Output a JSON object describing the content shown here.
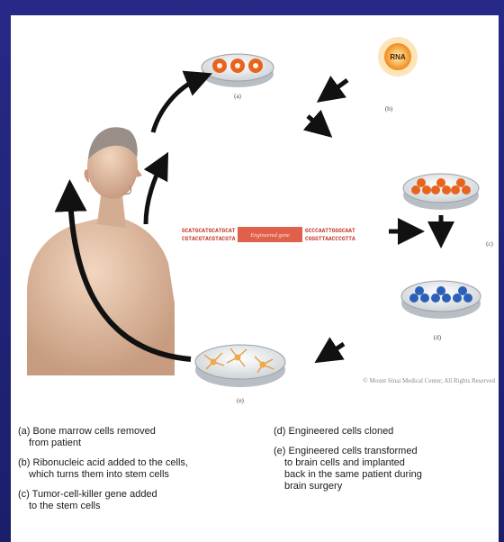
{
  "diagram": {
    "panel_labels": [
      "(a)",
      "(b)",
      "(c)",
      "(d)",
      "(e)"
    ],
    "rna_label": "RNA",
    "dna_strand_top": "GCATGCATGCATGCAT",
    "dna_strand_top_right": "GCCCAATTGGGCAAT",
    "dna_strand_bottom": "CGTACGTACGTACGTA",
    "dna_strand_bottom_right": "CGGGTTAACCCGTTA",
    "gene_label": "Engineered gene",
    "credit": "© Mount Sinai Medical Center, All Rights Reserved"
  },
  "captions": {
    "a": "(a) Bone marrow cells removed\n      from patient",
    "b": "(b) Ribonucleic acid added to the cells,\n      which turns them into stem cells",
    "c": "(c) Tumor-cell-killer gene added\n      to the stem cells",
    "d": "(d) Engineered cells cloned",
    "e": "(e) Engineered cells transformed\n      to brain cells and implanted\n      back in the same patient during\n      brain surgery"
  },
  "colors": {
    "background": "#1c1f6e",
    "orange_cell": "#e8641e",
    "blue_cell": "#2b5fb8",
    "dna_red": "#c0392b",
    "arrow": "#111111"
  }
}
